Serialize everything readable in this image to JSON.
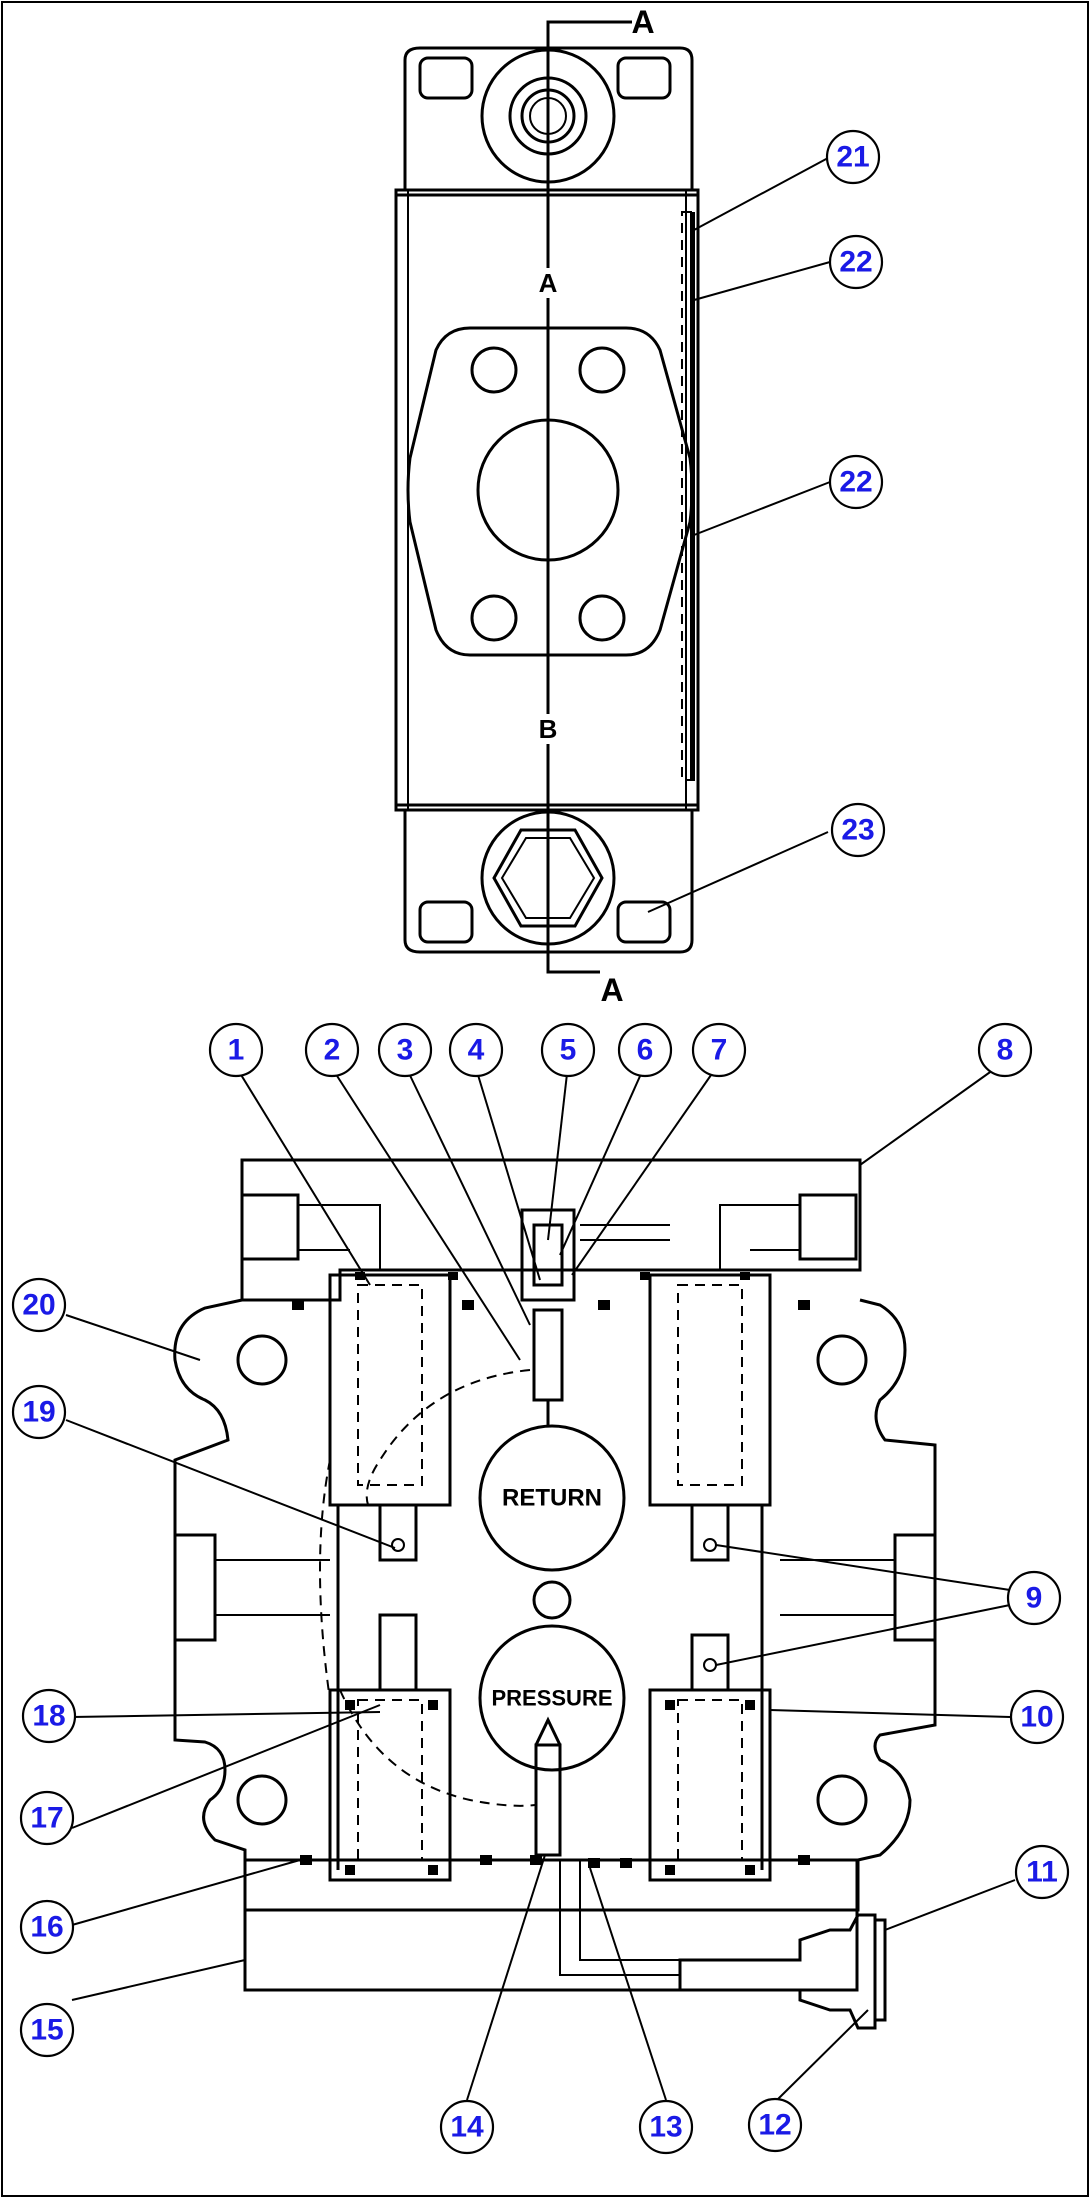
{
  "diagram": {
    "section_marks": [
      "A",
      "A"
    ],
    "port_marks": [
      "A",
      "B"
    ],
    "chamber_labels": [
      "RETURN",
      "PRESSURE"
    ],
    "callouts": [
      {
        "num": "1"
      },
      {
        "num": "2"
      },
      {
        "num": "3"
      },
      {
        "num": "4"
      },
      {
        "num": "5"
      },
      {
        "num": "6"
      },
      {
        "num": "7"
      },
      {
        "num": "8"
      },
      {
        "num": "9"
      },
      {
        "num": "10"
      },
      {
        "num": "11"
      },
      {
        "num": "12"
      },
      {
        "num": "13"
      },
      {
        "num": "14"
      },
      {
        "num": "15"
      },
      {
        "num": "16"
      },
      {
        "num": "17"
      },
      {
        "num": "18"
      },
      {
        "num": "19"
      },
      {
        "num": "20"
      },
      {
        "num": "21"
      },
      {
        "num": "22"
      },
      {
        "num": "22"
      },
      {
        "num": "23"
      }
    ]
  },
  "colors": {
    "line": "#000000",
    "callout_text": "#1a1ae6",
    "background": "#ffffff"
  }
}
